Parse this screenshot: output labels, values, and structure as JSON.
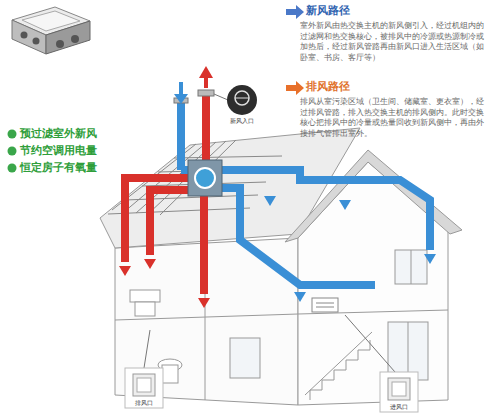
{
  "diagram": {
    "nodes": [
      {
        "text": [
          "新风路径",
          "室外新风由热交换主机的新风侧引入，经过机组内的过滤网和热交换核心，被排风中的冷源或热源制冷或加热后，经过新风管路再由新风口进入生活区域（如卧室、书房、客厅等）"
        ]
      },
      {
        "text": [
          "排风路径",
          "排风从室污染区域（卫生间、储藏室、更衣室），经过排风管路，排入热交换主机的排风侧内。此时交换核心把排风中的冷量或热量回收到新风侧中，再由外接排气管排出室外。"
        ]
      },
      {
        "text": [
          "新风入口"
        ]
      },
      {
        "text": [
          "排风口"
        ]
      },
      {
        "text": [
          "进风口"
        ]
      }
    ],
    "labels": [
      "预过滤室外新风",
      "节约空调用电量",
      "恒定房子有氧量"
    ]
  }
}
